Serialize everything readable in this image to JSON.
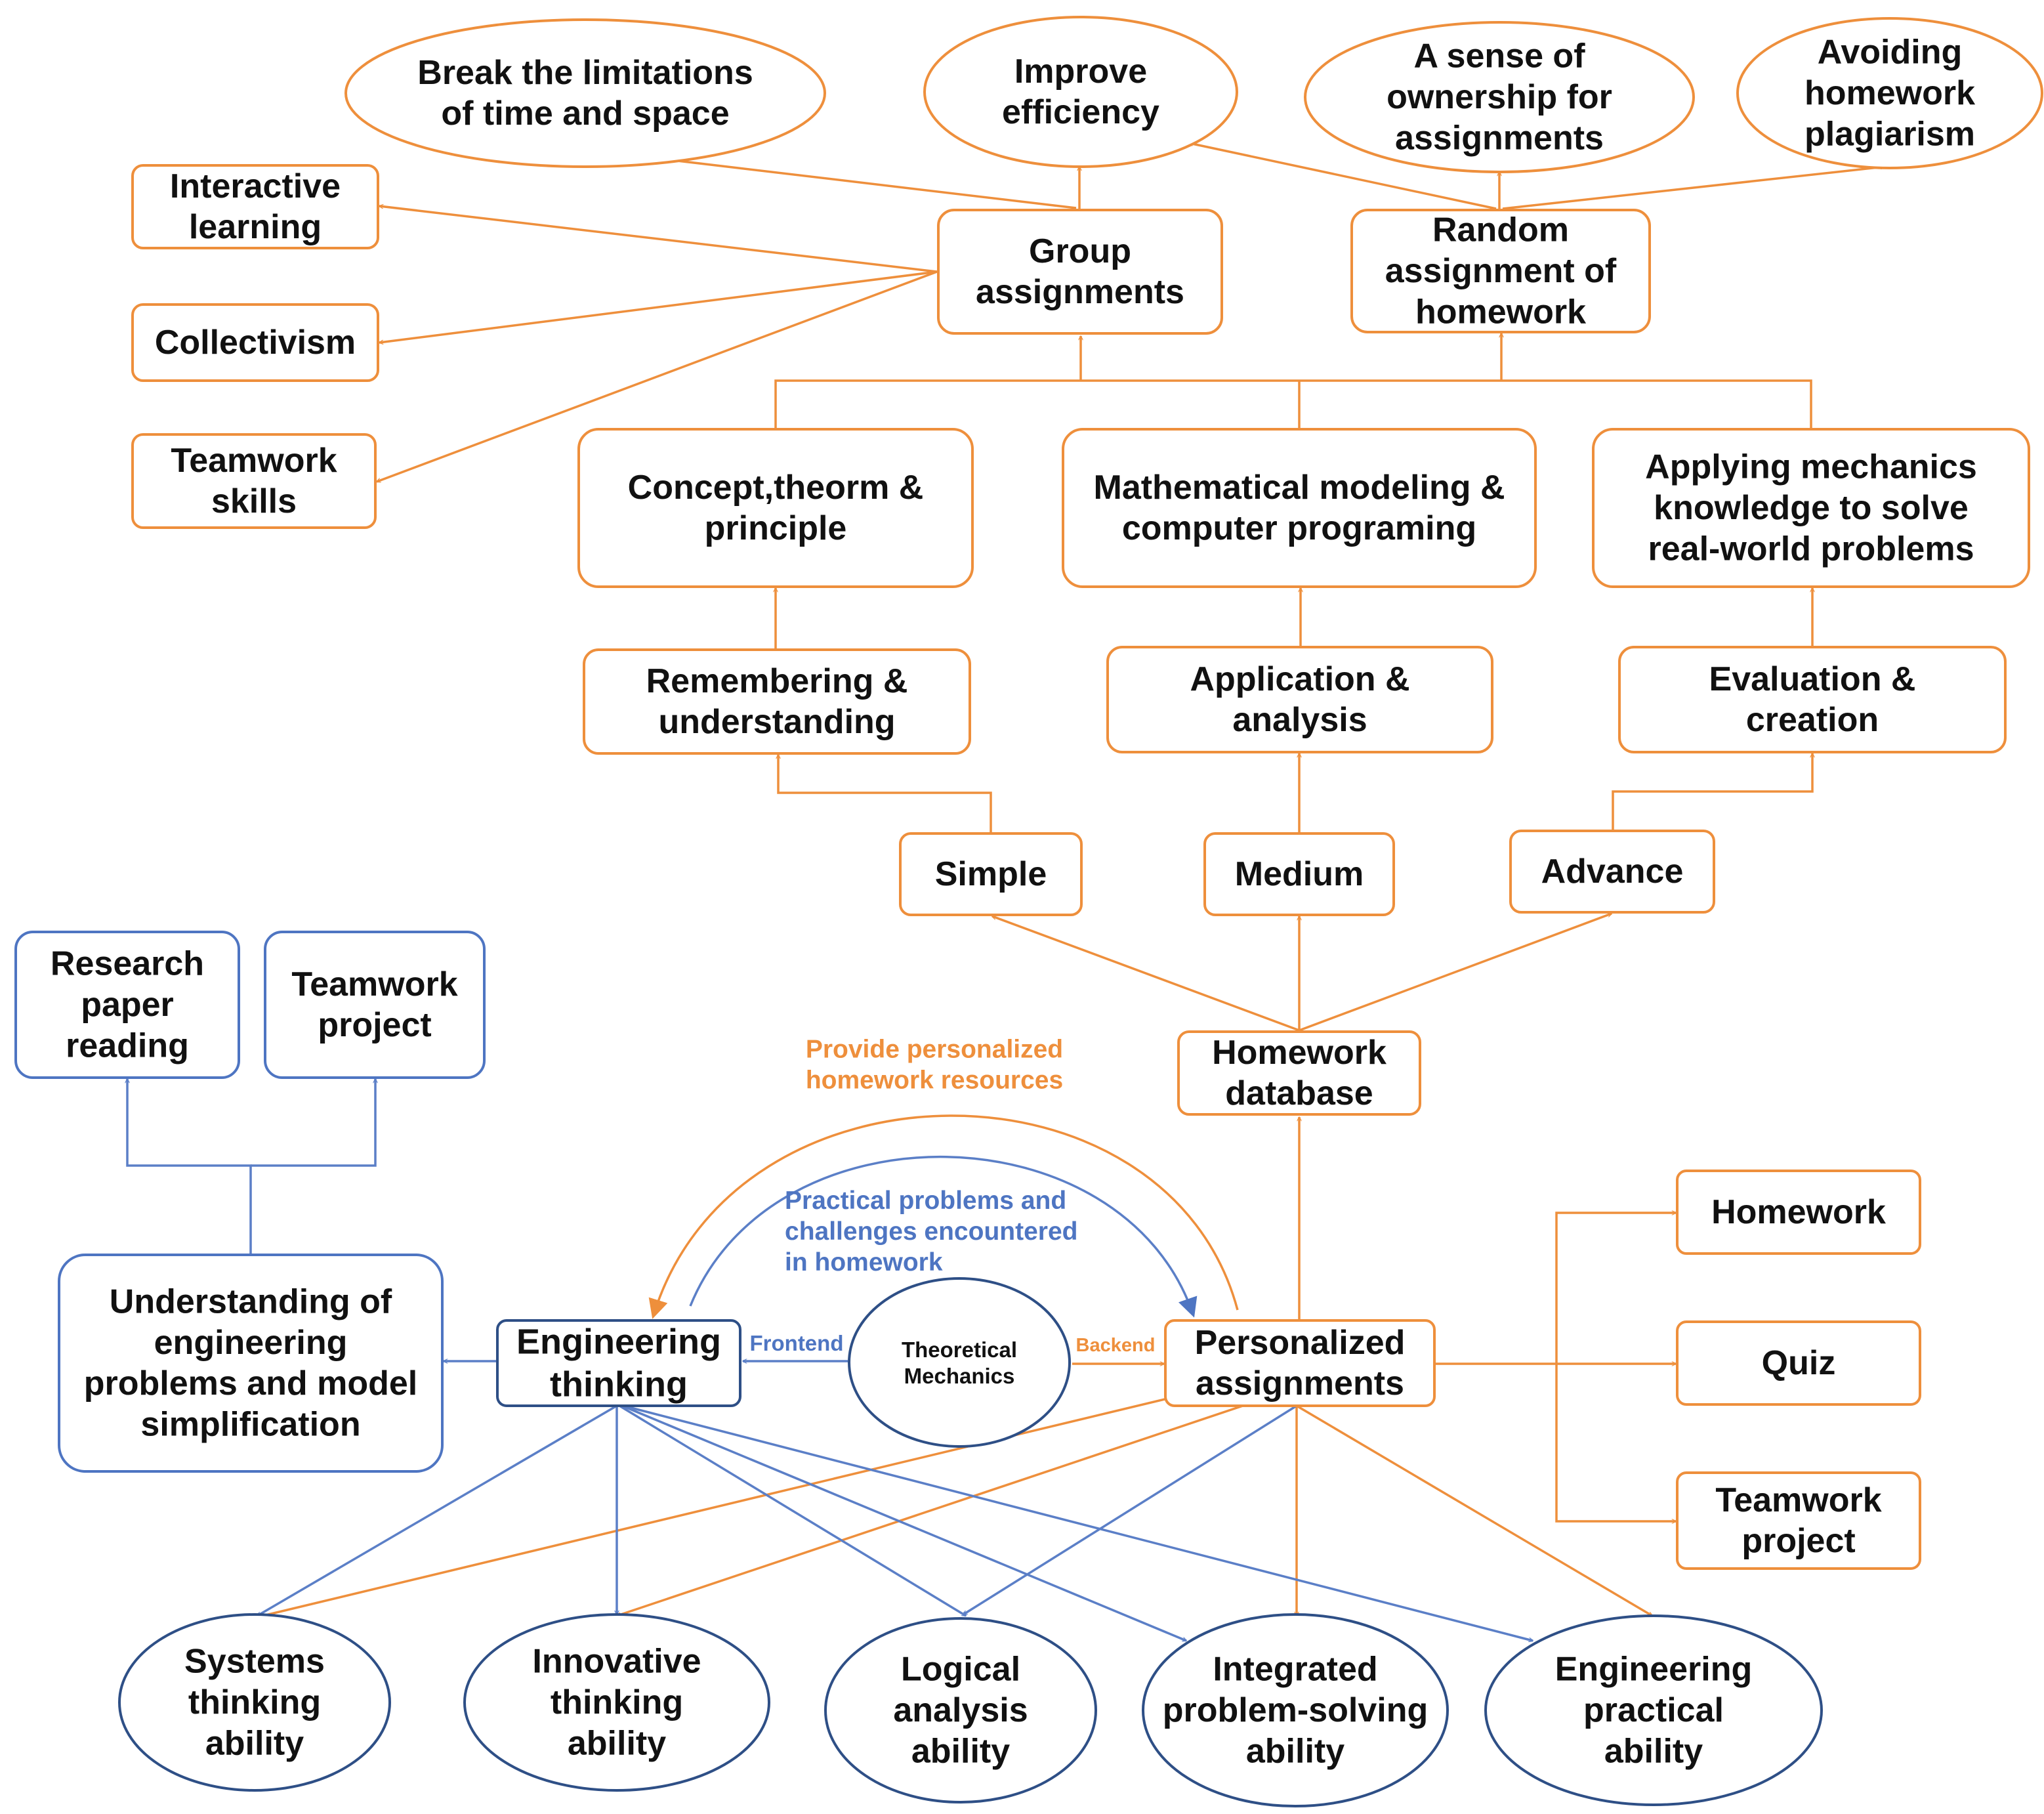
{
  "colors": {
    "orange": "#EE8F3C",
    "blue": "#4E75C2",
    "dark_blue": "#2E4F86"
  },
  "outcomes": {
    "break_limits": "Break the limitations of time and space",
    "improve_efficiency": "Improve efficiency",
    "ownership": "A sense of ownership for assignments",
    "avoid_plagiarism": "Avoiding homework plagiarism"
  },
  "group_benefits": {
    "interactive": "Interactive learning",
    "collectivism": "Collectivism",
    "teamwork_skills": "Teamwork skills"
  },
  "assignment_modes": {
    "group": "Group assignments",
    "random": "Random assignment of homework"
  },
  "content_types": {
    "concept": "Concept,theorm & principle",
    "modeling": "Mathematical modeling & computer programing",
    "applying": "Applying mechanics knowledge to solve real-world problems"
  },
  "cognitive_levels": {
    "remembering": "Remembering & understanding",
    "application": "Application & analysis",
    "evaluation": "Evaluation & creation"
  },
  "difficulty": {
    "simple": "Simple",
    "medium": "Medium",
    "advance": "Advance"
  },
  "database": "Homework database",
  "annotations": {
    "provide": "Provide personalized homework resources",
    "practical": "Practical problems and challenges encountered in homework",
    "frontend": "Frontend",
    "backend": "Backend"
  },
  "left_side": {
    "research": "Research paper reading",
    "teamwork_project": "Teamwork project",
    "understanding": "Understanding of engineering problems and model simplification"
  },
  "core": {
    "engineering": "Engineering thinking",
    "mechanics": "Theoretical Mechanics",
    "personalized": "Personalized assignments"
  },
  "forms": {
    "homework": "Homework",
    "quiz": "Quiz",
    "teamwork": "Teamwork project"
  },
  "abilities": {
    "systems": "Systems thinking ability",
    "innovative": "Innovative thinking ability",
    "logical": "Logical analysis ability",
    "integrated": "Integrated problem-solving ability",
    "practical": "Engineering practical ability"
  }
}
